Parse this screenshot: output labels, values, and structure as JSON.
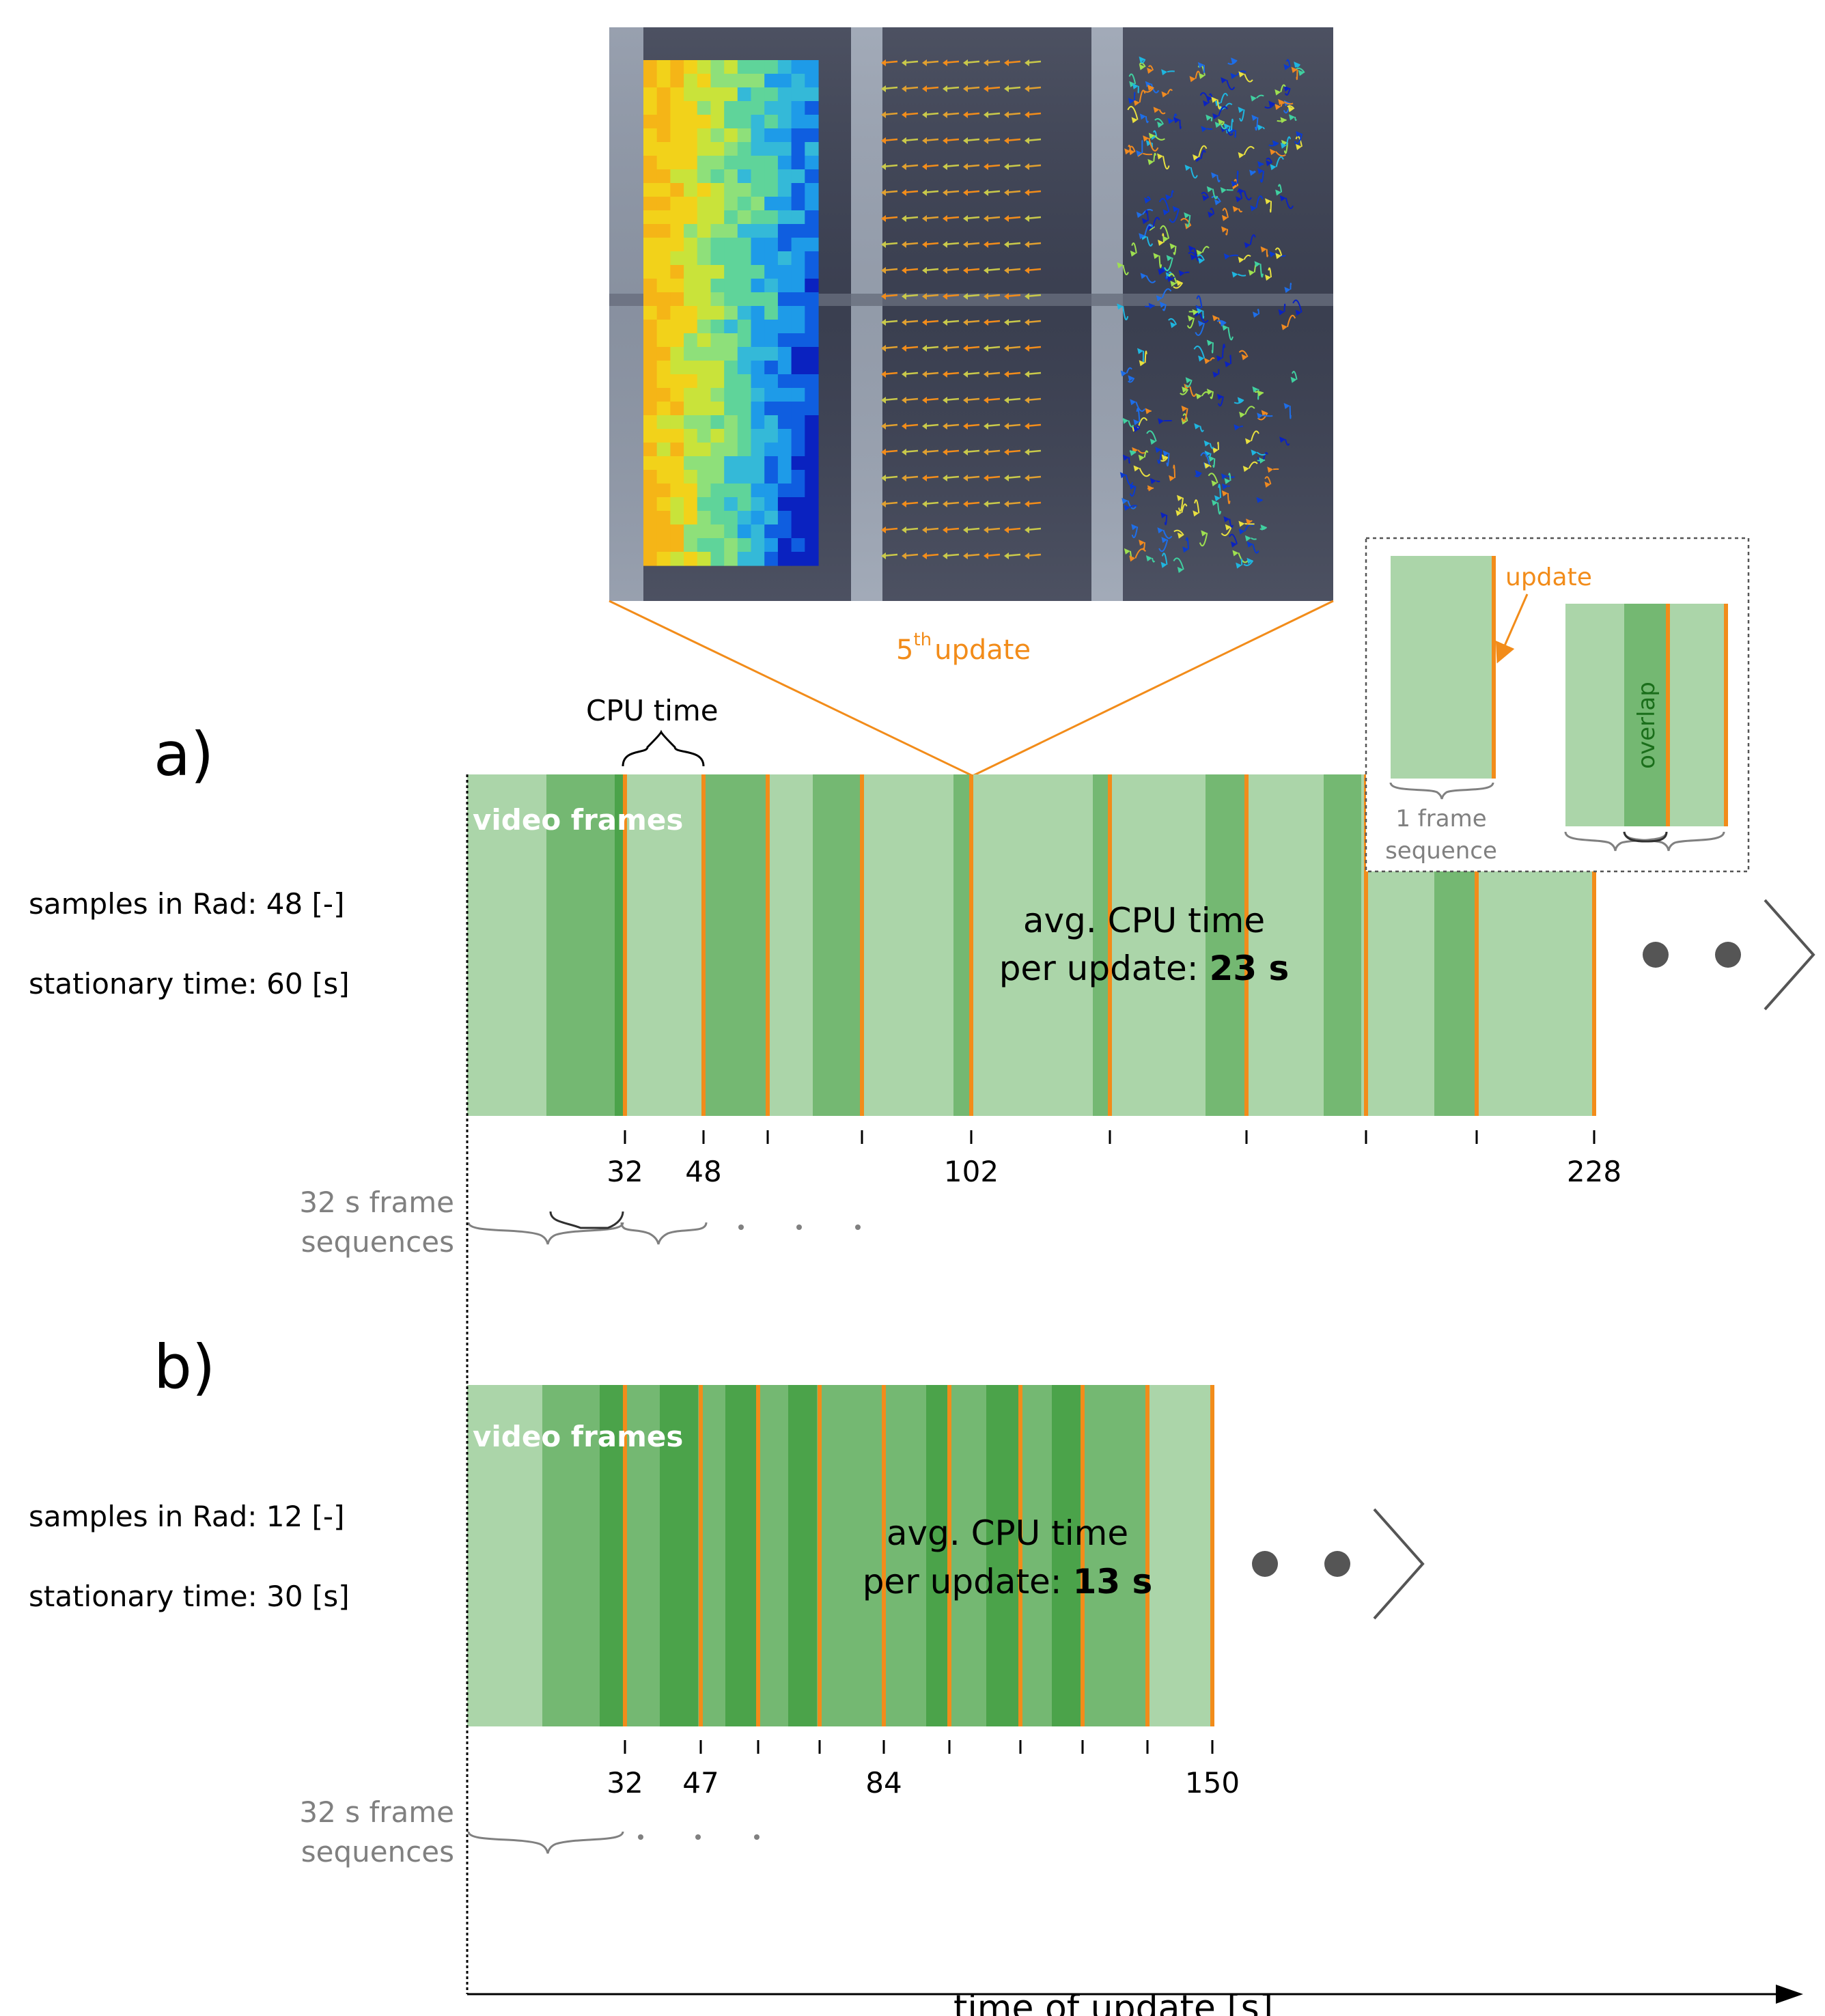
{
  "top_image": {
    "caption_number": "5",
    "caption_sup": "th",
    "caption_rest": "update"
  },
  "inset": {
    "update_label": "update",
    "frame_seq_line1": "1 frame",
    "frame_seq_line2": "sequence",
    "overlap_label": "overlap"
  },
  "panel_a": {
    "letter": "a)",
    "cpu_time_label": "CPU time",
    "video_frames_label": "video frames",
    "samples_label": "samples in Rad: 48 [-]",
    "stationary_label": "stationary time: 60 [s]",
    "avg_line1": "avg. CPU time",
    "avg_line2_prefix": "per update: ",
    "avg_value": "23 s",
    "ticks": [
      "32",
      "48",
      "102",
      "228"
    ],
    "seq_line1": "32 s frame",
    "seq_line2": "sequences"
  },
  "panel_b": {
    "letter": "b)",
    "video_frames_label": "video frames",
    "samples_label": "samples in Rad: 12 [-]",
    "stationary_label": "stationary time: 30 [s]",
    "avg_line1": "avg. CPU time",
    "avg_line2_prefix": "per update: ",
    "avg_value": "13 s",
    "ticks": [
      "32",
      "47",
      "84",
      "150"
    ],
    "seq_line1": "32 s frame",
    "seq_line2": "sequences"
  },
  "x_axis_label": "time of update [s]",
  "colors": {
    "light_green": "#abd5a9",
    "mid_green": "#74b872",
    "dark_green": "#4ba34a",
    "orange": "#f28c1a",
    "grey_text": "#808080",
    "dots": "#555555"
  }
}
